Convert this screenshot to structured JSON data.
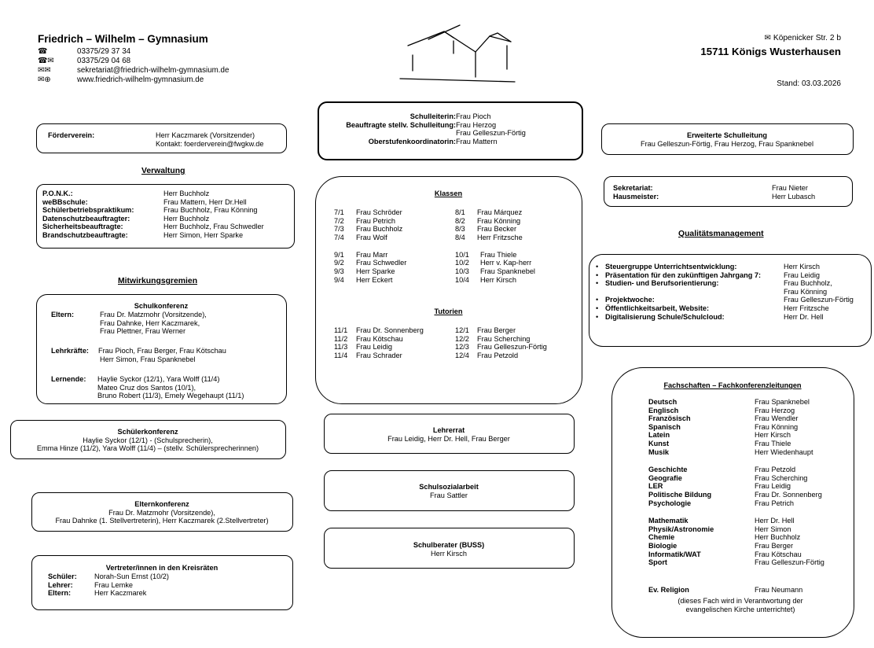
{
  "header": {
    "school_name": "Friedrich – Wilhelm – Gymnasium",
    "contacts": [
      {
        "icon": "phone-icon",
        "glyph": "☎",
        "value": "03375/29 37 34"
      },
      {
        "icon": "fax-icon",
        "glyph": "☎✉",
        "value": "03375/29 04 68"
      },
      {
        "icon": "email-icon",
        "glyph": "✉✉",
        "value": "sekretariat@friedrich-wilhelm-gymnasium.de"
      },
      {
        "icon": "web-icon",
        "glyph": "✉⊕",
        "value": "www.friedrich-wilhelm-gymnasium.de"
      }
    ],
    "address_street": "Köpenicker Str. 2 b",
    "address_city": "15711 Königs Wusterhausen",
    "date": "Stand: 03.03.2026"
  },
  "foerderverein": {
    "label": "Förderverein:",
    "line1": "Herr Kaczmarek (Vorsitzender)",
    "line2": "Kontakt: foerderverein@fwgkw.de"
  },
  "verwaltung": {
    "title": "Verwaltung",
    "rows": [
      {
        "label": "P.O.N.K.:",
        "value": "Herr Buchholz"
      },
      {
        "label": "weBBschule:",
        "value": "Frau Mattern, Herr Dr.Hell"
      },
      {
        "label": "Schülerbetriebspraktikum:",
        "value": "Frau Buchholz, Frau Könning"
      },
      {
        "label": "Datenschutzbeauftragter:",
        "value": "Herr Buchholz"
      },
      {
        "label": "Sicherheitsbeauftragte:",
        "value": "Herr Buchholz, Frau Schwedler"
      },
      {
        "label": "Brandschutzbeauftragte:",
        "value": "Herr Simon, Herr Sparke"
      }
    ]
  },
  "mitwirkung": {
    "title": "Mitwirkungsgremien",
    "schulkonferenz": {
      "title": "Schulkonferenz",
      "eltern_label": "Eltern:",
      "eltern": [
        "Frau Dr. Matzmohr (Vorsitzende),",
        "Frau Dahnke, Herr Kaczmarek,",
        "Frau Plettner, Frau Werner"
      ],
      "lehrkraefte_label": "Lehrkräfte:",
      "lehrkraefte": [
        "Frau Pioch, Frau Berger, Frau Kötschau",
        "Herr Simon, Frau Spanknebel"
      ],
      "lernende_label": "Lernende:",
      "lernende": [
        "Haylie Syckor (12/1), Yara Wolff (11/4)",
        "Mateo Cruz dos Santos (10/1),",
        "Bruno Robert (11/3), Emely Wegehaupt (11/1)"
      ]
    },
    "schuelerkonferenz": {
      "title": "Schülerkonferenz",
      "line1": "Haylie Syckor (12/1) - (Schulsprecherin),",
      "line2": "Emma Hinze (11/2), Yara Wolff (11/4) – (stellv. Schülersprecherinnen)"
    },
    "elternkonferenz": {
      "title": "Elternkonferenz",
      "line1": "Frau Dr. Matzmohr (Vorsitzende),",
      "line2": "Frau Dahnke (1. Stellvertreterin), Herr Kaczmarek (2.Stellvertreter)"
    },
    "kreisraete": {
      "title": "Vertreter/innen in den Kreisräten",
      "rows": [
        {
          "label": "Schüler:",
          "value": "Norah-Sun Ernst (10/2)"
        },
        {
          "label": "Lehrer:",
          "value": "Frau Lemke"
        },
        {
          "label": "Eltern:",
          "value": "Herr Kaczmarek"
        }
      ]
    }
  },
  "schulleitung": {
    "rows": [
      {
        "label": "Schulleiterin:",
        "value": "Frau Pioch"
      },
      {
        "label": "Beauftragte stellv. Schulleitung:",
        "value": "Frau Herzog"
      },
      {
        "label": "",
        "value": "Frau Gelleszun-Förtig"
      },
      {
        "label": "Oberstufenkoordinatorin:",
        "value": "Frau Mattern"
      }
    ]
  },
  "klassen": {
    "title": "Klassen",
    "left": [
      {
        "cls": "7/1",
        "name": "Frau Schröder"
      },
      {
        "cls": "7/2",
        "name": "Frau Petrich"
      },
      {
        "cls": "7/3",
        "name": "Frau Buchholz"
      },
      {
        "cls": "7/4",
        "name": "Frau Wolf"
      },
      {
        "cls": "9/1",
        "name": "Frau Marr"
      },
      {
        "cls": "9/2",
        "name": "Frau Schwedler"
      },
      {
        "cls": "9/3",
        "name": "Herr Sparke"
      },
      {
        "cls": "9/4",
        "name": "Herr Eckert"
      }
    ],
    "right": [
      {
        "cls": "8/1",
        "name": "Frau Márquez"
      },
      {
        "cls": "8/2",
        "name": "Frau Könning"
      },
      {
        "cls": "8/3",
        "name": "Frau Becker"
      },
      {
        "cls": "8/4",
        "name": "Herr Fritzsche"
      },
      {
        "cls": "10/1",
        "name": "Frau Thiele"
      },
      {
        "cls": "10/2",
        "name": "Herr v. Kap-herr"
      },
      {
        "cls": "10/3",
        "name": "Frau Spanknebel"
      },
      {
        "cls": "10/4",
        "name": "Herr Kirsch"
      }
    ],
    "tutorien_title": "Tutorien",
    "tut_left": [
      {
        "cls": "11/1",
        "name": "Frau Dr. Sonnenberg"
      },
      {
        "cls": "11/2",
        "name": "Frau Kötschau"
      },
      {
        "cls": "11/3",
        "name": "Frau Leidig"
      },
      {
        "cls": "11/4",
        "name": "Frau Schrader"
      }
    ],
    "tut_right": [
      {
        "cls": "12/1",
        "name": "Frau Berger"
      },
      {
        "cls": "12/2",
        "name": "Frau Scherching"
      },
      {
        "cls": "12/3",
        "name": "Frau Gelleszun-Förtig"
      },
      {
        "cls": "12/4",
        "name": "Frau Petzold"
      }
    ]
  },
  "lehrerrat": {
    "title": "Lehrerrat",
    "line": "Frau Leidig, Herr Dr. Hell, Frau Berger"
  },
  "schulsozialarbeit": {
    "title": "Schulsozialarbeit",
    "line": "Frau Sattler"
  },
  "schulberater": {
    "title": "Schulberater (BUSS)",
    "line": "Herr Kirsch"
  },
  "erweiterte": {
    "title": "Erweiterte Schulleitung",
    "line": "Frau Gelleszun-Förtig, Frau Herzog, Frau Spanknebel"
  },
  "sekretariat": {
    "rows": [
      {
        "label": "Sekretariat:",
        "value": "Frau Nieter"
      },
      {
        "label": "Hausmeister:",
        "value": "Herr Lubasch"
      }
    ]
  },
  "qualitaet": {
    "title": "Qualitätsmanagement",
    "bullets": [
      {
        "label": "Steuergruppe Unterrichtsentwicklung:",
        "values": [
          "Herr Kirsch"
        ]
      },
      {
        "label": "Präsentation für den zukünftigen Jahrgang 7:",
        "values": [
          "Frau Leidig"
        ]
      },
      {
        "label": "Studien- und Berufsorientierung:",
        "values": [
          "Frau Buchholz,",
          "Frau Könning"
        ]
      },
      {
        "label": "Projektwoche:",
        "values": [
          "Frau Gelleszun-Förtig"
        ]
      },
      {
        "label": "Öffentlichkeitsarbeit, Website:",
        "values": [
          "Herr Fritzsche"
        ]
      },
      {
        "label": "Digitalisierung Schule/Schulcloud:",
        "values": [
          "Herr Dr. Hell"
        ]
      }
    ]
  },
  "fachschaften": {
    "title": "Fachschaften – Fachkonferenzleitungen",
    "groups": [
      [
        {
          "subject": "Deutsch",
          "name": "Frau Spanknebel"
        },
        {
          "subject": "Englisch",
          "name": "Frau Herzog"
        },
        {
          "subject": "Französisch",
          "name": "Frau Wendler"
        },
        {
          "subject": "Spanisch",
          "name": "Frau Könning"
        },
        {
          "subject": "Latein",
          "name": "Herr Kirsch"
        },
        {
          "subject": "Kunst",
          "name": "Frau Thiele"
        },
        {
          "subject": "Musik",
          "name": "Herr Wiedenhaupt"
        }
      ],
      [
        {
          "subject": "Geschichte",
          "name": "Frau Petzold"
        },
        {
          "subject": "Geografie",
          "name": "Frau Scherching"
        },
        {
          "subject": "LER",
          "name": "Frau Leidig"
        },
        {
          "subject": "Politische Bildung",
          "name": "Frau Dr. Sonnenberg"
        },
        {
          "subject": "Psychologie",
          "name": "Frau Petrich"
        }
      ],
      [
        {
          "subject": "Mathematik",
          "name": "Herr Dr. Hell"
        },
        {
          "subject": "Physik/Astronomie",
          "name": "Herr Simon"
        },
        {
          "subject": "Chemie",
          "name": "Herr Buchholz"
        },
        {
          "subject": "Biologie",
          "name": "Frau Berger"
        },
        {
          "subject": "Informatik/WAT",
          "name": "Frau Kötschau"
        },
        {
          "subject": "Sport",
          "name": "Frau Gelleszun-Förtig"
        }
      ]
    ],
    "religion_subject": "Ev. Religion",
    "religion_name": "Frau Neumann",
    "religion_note1": "(dieses Fach wird in Verantwortung der",
    "religion_note2": "evangelischen Kirche unterrichtet)"
  }
}
